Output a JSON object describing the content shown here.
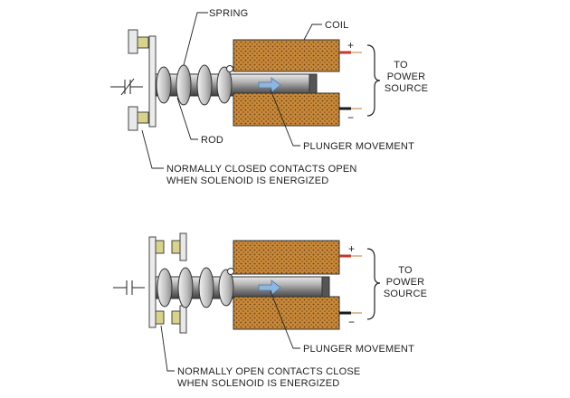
{
  "top": {
    "spring_label": "SPRING",
    "coil_label": "COIL",
    "rod_label": "ROD",
    "plunger_label": "PLUNGER MOVEMENT",
    "power_lines": [
      "TO",
      "POWER",
      "SOURCE"
    ],
    "plus": "+",
    "minus": "−",
    "caption_lines": [
      "NORMALLY CLOSED CONTACTS OPEN",
      "WHEN SOLENOID IS ENERGIZED"
    ]
  },
  "bottom": {
    "plunger_label": "PLUNGER MOVEMENT",
    "power_lines": [
      "TO",
      "POWER",
      "SOURCE"
    ],
    "plus": "+",
    "minus": "−",
    "caption_lines": [
      "NORMALLY OPEN CONTACTS CLOSE",
      "WHEN SOLENOID IS ENERGIZED"
    ]
  },
  "colors": {
    "coil": "#c8893a",
    "coil_dark": "#6b3e12",
    "contact": "#d7d28c",
    "lead_red": "#c0392b",
    "plate": "#e6e6e6",
    "arrow": "#8fb6dd"
  }
}
